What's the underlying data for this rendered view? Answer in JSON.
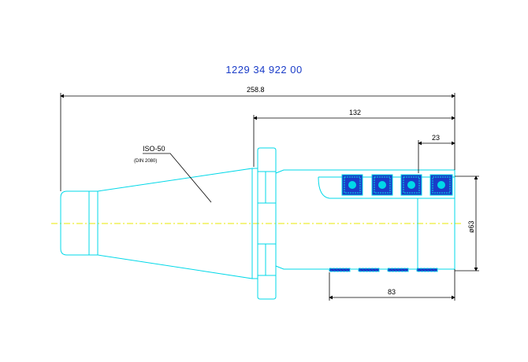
{
  "part_number": "1229 34 922 00",
  "taper_label": "ISO-50",
  "standard_label": "(DIN 2080)",
  "dimensions": {
    "overall_length": "258.8",
    "body_length": "132",
    "insert_offset": "23",
    "cutting_length": "83",
    "diameter": "ø63"
  },
  "colors": {
    "outline": "#00d8e8",
    "centerline": "#e8e800",
    "insert_fill": "#1a3cc8",
    "dimension": "#000000",
    "title": "#1a3cc8"
  }
}
